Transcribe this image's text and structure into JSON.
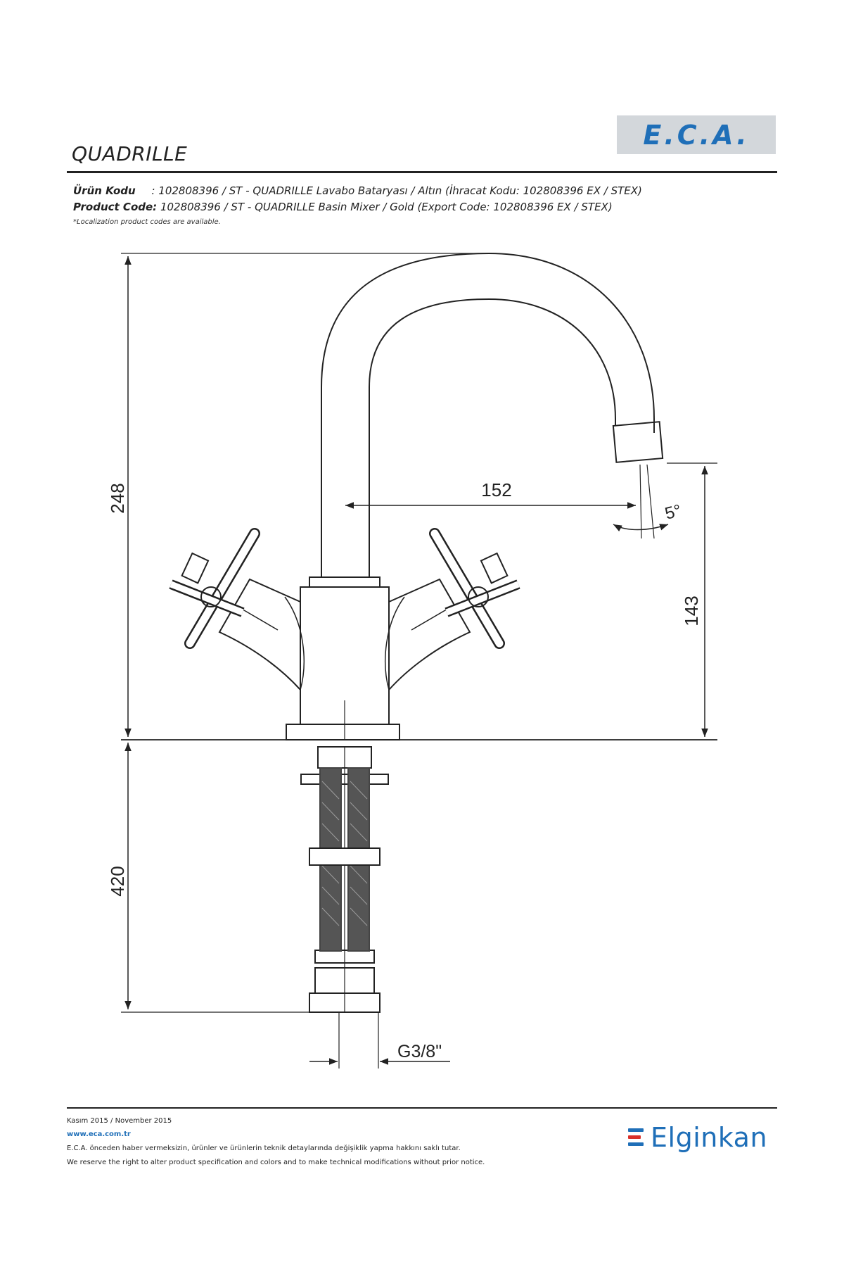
{
  "brand": {
    "logo": "E.C.A."
  },
  "product": {
    "title": "QUADRILLE",
    "tr_label": "Ürün Kodu",
    "tr_value": ": 102808396 / ST - QUADRILLE Lavabo Bataryası / Altın (İhracat Kodu: 102808396 EX / STEX)",
    "en_label": "Product Code:",
    "en_value": "102808396 / ST - QUADRILLE Basin Mixer / Gold (Export Code: 102808396 EX / STEX)",
    "note": "*Localization product codes are available."
  },
  "dimensions": {
    "total_height": "248",
    "spout_reach": "152",
    "spout_angle": "5°",
    "spout_height": "143",
    "hose_length": "420",
    "connection": "G3/8\""
  },
  "footer": {
    "date": "Kasım 2015 / November 2015",
    "website": "www.eca.com.tr",
    "disclaimer_tr": "E.C.A. önceden haber vermeksizin, ürünler ve ürünlerin teknik detaylarında değişiklik yapma hakkını saklı tutar.",
    "disclaimer_en": "We reserve the right to alter product specification and colors and to make technical modifications without prior notice.",
    "partner_logo": "Elginkan"
  },
  "colors": {
    "accent": "#1f6fb8",
    "logo_bg": "#d3d7db",
    "line": "#222222"
  }
}
